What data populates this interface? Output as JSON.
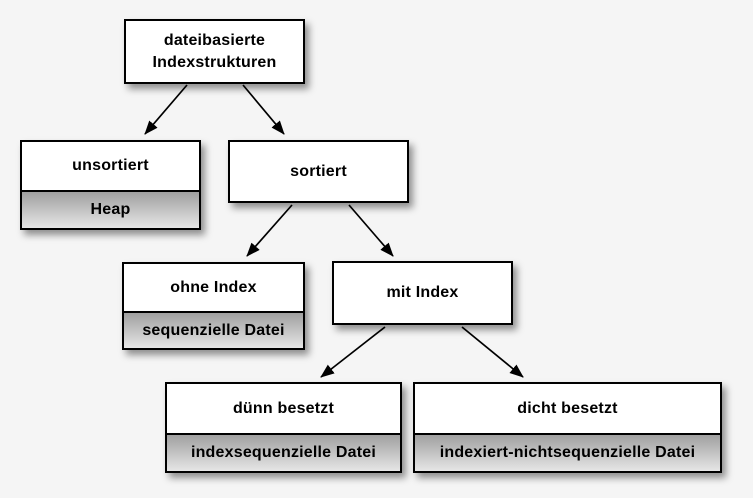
{
  "diagram": {
    "nodes": {
      "root": {
        "label": "dateibasierte Indexstrukturen"
      },
      "unsorted": {
        "label": "unsortiert",
        "sublabel": "Heap"
      },
      "sorted": {
        "label": "sortiert"
      },
      "no_index": {
        "label": "ohne Index",
        "sublabel": "sequenzielle Datei"
      },
      "with_index": {
        "label": "mit Index"
      },
      "sparse": {
        "label": "dünn besetzt",
        "sublabel": "indexsequenzielle Datei"
      },
      "dense": {
        "label": "dicht besetzt",
        "sublabel": "indexiert-nichtsequenzielle Datei"
      }
    },
    "edges": [
      {
        "from": "root",
        "to": "unsorted"
      },
      {
        "from": "root",
        "to": "sorted"
      },
      {
        "from": "sorted",
        "to": "no_index"
      },
      {
        "from": "sorted",
        "to": "with_index"
      },
      {
        "from": "with_index",
        "to": "sparse"
      },
      {
        "from": "with_index",
        "to": "dense"
      }
    ]
  },
  "colors": {
    "background": "#f5f5f5",
    "box_fill": "#ffffff",
    "box_border": "#000000",
    "sublabel_top": "#a0a0a0",
    "sublabel_bottom": "#e6e6e6",
    "arrow": "#000000",
    "text": "#000000"
  }
}
